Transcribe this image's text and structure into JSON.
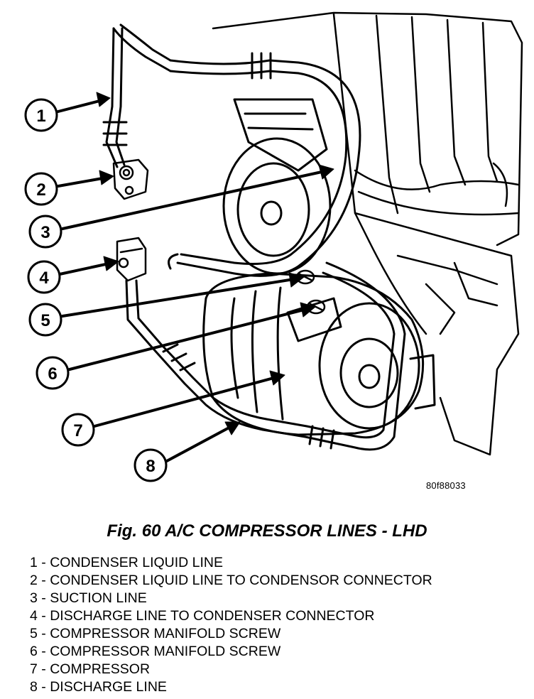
{
  "figure_code": "80f88033",
  "caption": "Fig. 60 A/C COMPRESSOR LINES - LHD",
  "callouts": [
    "1",
    "2",
    "3",
    "4",
    "5",
    "6",
    "7",
    "8"
  ],
  "legend": [
    {
      "num": "1",
      "text": "CONDENSER LIQUID LINE"
    },
    {
      "num": "2",
      "text": "CONDENSER LIQUID LINE TO CONDENSOR CONNECTOR"
    },
    {
      "num": "3",
      "text": "SUCTION LINE"
    },
    {
      "num": "4",
      "text": "DISCHARGE LINE TO CONDENSER CONNECTOR"
    },
    {
      "num": "5",
      "text": "COMPRESSOR MANIFOLD SCREW"
    },
    {
      "num": "6",
      "text": "COMPRESSOR MANIFOLD SCREW"
    },
    {
      "num": "7",
      "text": "COMPRESSOR"
    },
    {
      "num": "8",
      "text": "DISCHARGE LINE"
    }
  ]
}
